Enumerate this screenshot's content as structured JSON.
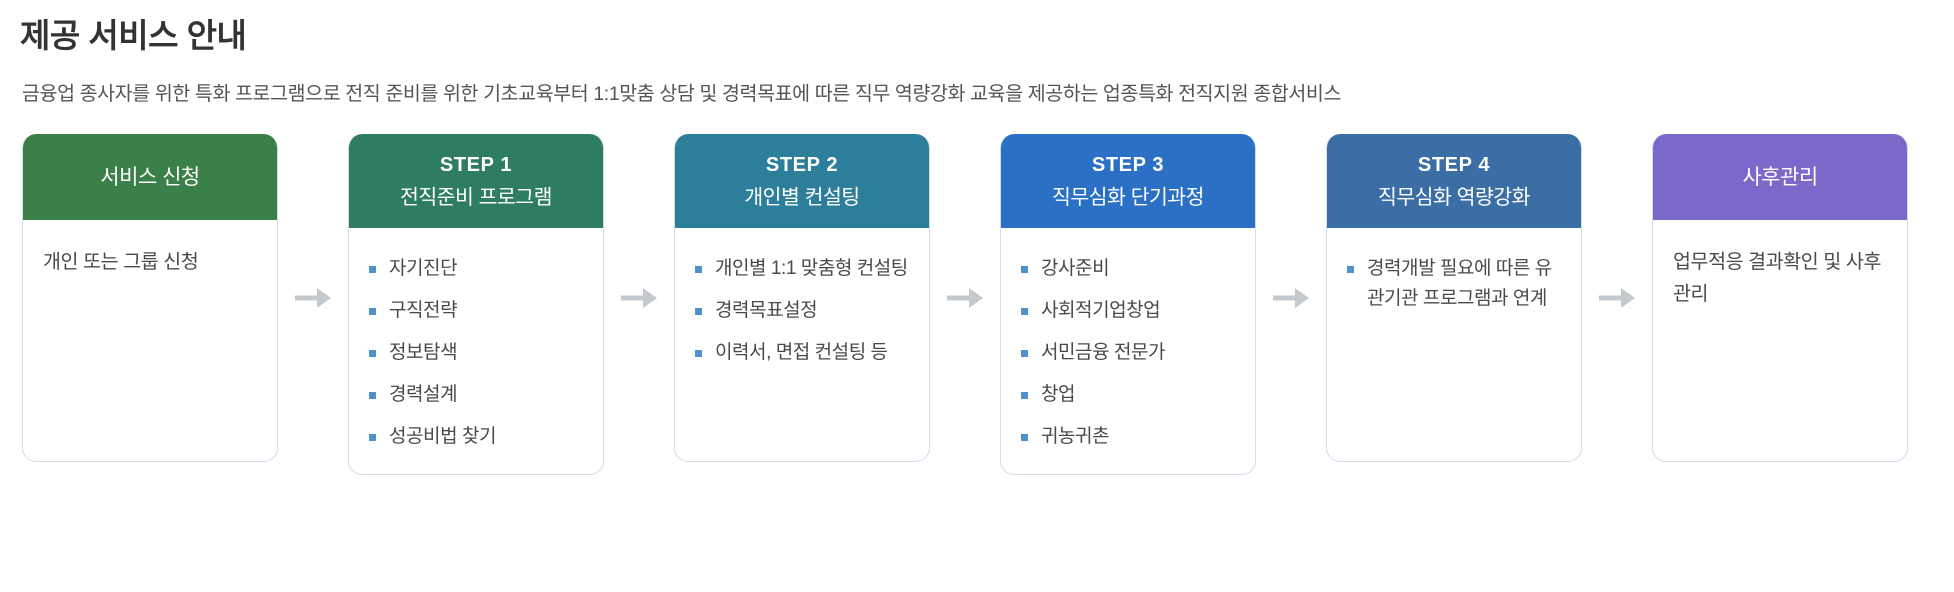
{
  "header": {
    "title": "제공 서비스 안내",
    "subtitle": "금융업 종사자를 위한 특화 프로그램으로 전직 준비를 위한 기초교육부터 1:1맞춤 상담 및 경력목표에 따른 직무 역량강화 교육을 제공하는 업종특화 전직지원 종합서비스"
  },
  "colors": {
    "card1_header": "#3b8048",
    "card2_header": "#2e7d63",
    "card3_header": "#2d7e9b",
    "card4_header": "#2b70c4",
    "card5_header": "#3a6ea5",
    "card6_header": "#7b68c9",
    "bullet": "#4f91cd",
    "arrow": "#c4c9ce",
    "card_border": "#cfdcea"
  },
  "flow": {
    "cards": [
      {
        "step": "",
        "title": "서비스 신청",
        "body_text": "개인 또는 그룹 신청",
        "bullets": []
      },
      {
        "step": "STEP 1",
        "title": "전직준비 프로그램",
        "body_text": "",
        "bullets": [
          "자기진단",
          "구직전략",
          "정보탐색",
          "경력설계",
          "성공비법 찾기"
        ]
      },
      {
        "step": "STEP 2",
        "title": "개인별 컨설팅",
        "body_text": "",
        "bullets": [
          "개인별 1:1 맞춤형 컨설팅",
          "경력목표설정",
          "이력서, 면접 컨설팅 등"
        ]
      },
      {
        "step": "STEP 3",
        "title": "직무심화 단기과정",
        "body_text": "",
        "bullets": [
          "강사준비",
          "사회적기업창업",
          "서민금융 전문가",
          "창업",
          "귀농귀촌"
        ]
      },
      {
        "step": "STEP 4",
        "title": "직무심화 역량강화",
        "body_text": "",
        "bullets": [
          "경력개발 필요에 따른 유관기관 프로그램과 연계"
        ]
      },
      {
        "step": "",
        "title": "사후관리",
        "body_text": "업무적응 결과확인 및 사후관리",
        "bullets": []
      }
    ],
    "arrow_icon": "arrow-right-icon"
  }
}
